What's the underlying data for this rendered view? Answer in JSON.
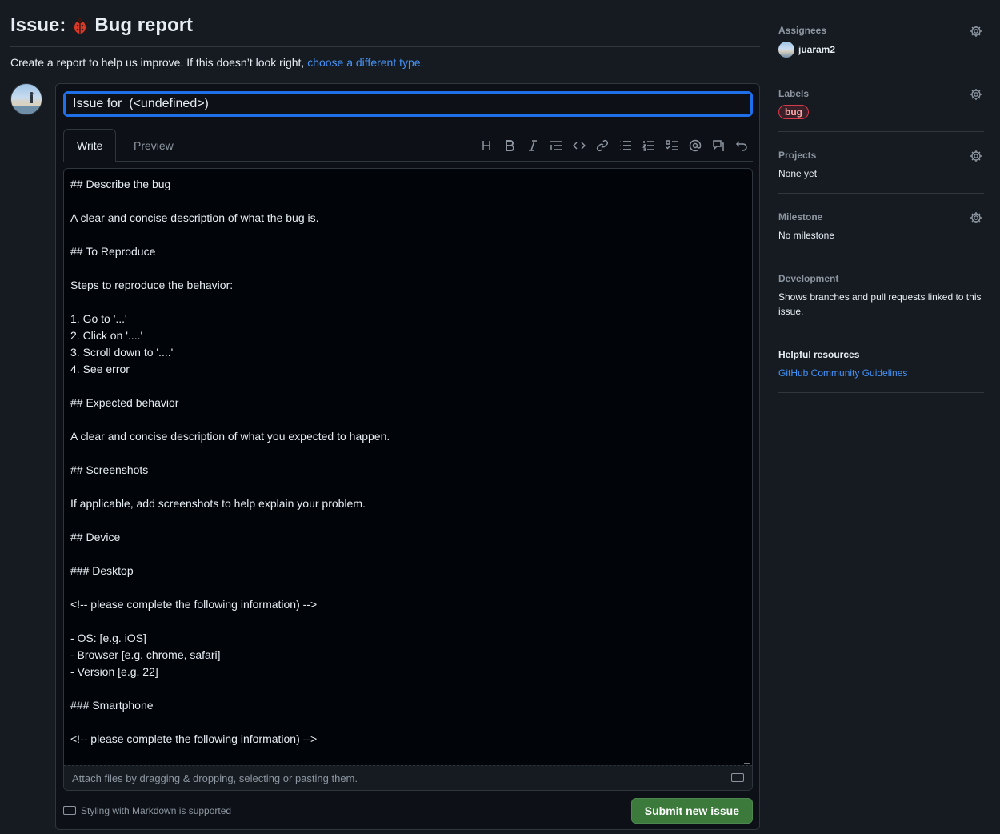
{
  "header": {
    "prefix": "Issue:",
    "title": "Bug report",
    "subtitle_text": "Create a report to help us improve. If this doesn’t look right,",
    "subtitle_link": "choose a different type."
  },
  "composer": {
    "title_value": "Issue for  (<undefined>)",
    "tabs": [
      "Write",
      "Preview"
    ],
    "toolbar": [
      "heading-icon",
      "bold-icon",
      "italic-icon",
      "quote-icon",
      "code-icon",
      "link-icon",
      "unordered-list-icon",
      "ordered-list-icon",
      "task-list-icon",
      "mention-icon",
      "reference-icon",
      "undo-icon"
    ],
    "body": "## Describe the bug\n\nA clear and concise description of what the bug is.\n\n## To Reproduce\n\nSteps to reproduce the behavior:\n\n1. Go to '...'\n2. Click on '....'\n3. Scroll down to '....'\n4. See error\n\n## Expected behavior\n\nA clear and concise description of what you expected to happen.\n\n## Screenshots\n\nIf applicable, add screenshots to help explain your problem.\n\n## Device\n\n### Desktop\n\n<!-- please complete the following information) -->\n\n- OS: [e.g. iOS]\n- Browser [e.g. chrome, safari]\n- Version [e.g. 22]\n\n### Smartphone\n\n<!-- please complete the following information) -->",
    "attach_text": "Attach files by dragging & dropping, selecting or pasting them.",
    "markdown_note": "Styling with Markdown is supported",
    "submit_label": "Submit new issue"
  },
  "sidebar": {
    "assignees": {
      "title": "Assignees",
      "user": "juaram2"
    },
    "labels": {
      "title": "Labels",
      "label": "bug"
    },
    "projects": {
      "title": "Projects",
      "value": "None yet"
    },
    "milestone": {
      "title": "Milestone",
      "value": "No milestone"
    },
    "development": {
      "title": "Development",
      "value": "Shows branches and pull requests linked to this issue."
    },
    "resources": {
      "title": "Helpful resources",
      "link": "GitHub Community Guidelines"
    }
  },
  "colors": {
    "accent": "#4493f8",
    "submit": "#3b7a3a",
    "label_border": "#d73a4a",
    "bg": "#0d1117"
  }
}
